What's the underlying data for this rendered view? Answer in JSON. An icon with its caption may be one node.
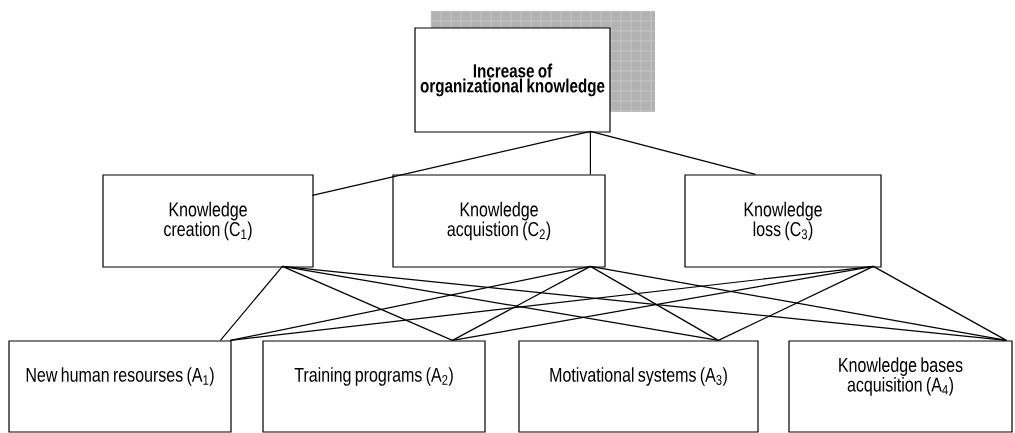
{
  "diagram": {
    "nodes": [
      {
        "text": [
          "Increase of organizational knowledge"
        ]
      },
      {
        "text": [
          "Knowledge creation (C$_{1}$)"
        ]
      },
      {
        "text": [
          "Knowledge acquistion (C$_{2}$)"
        ]
      },
      {
        "text": [
          "Knowledge loss (C$_{3}$)"
        ]
      },
      {
        "text": [
          "New human resourses (A$_{1}$)"
        ]
      },
      {
        "text": [
          "Training programs (A$_{2}$)"
        ]
      },
      {
        "text": [
          "Motivational systems (A$_{3}$)"
        ]
      },
      {
        "text": [
          "Knowledge bases acquisition (A$_{4}$)"
        ]
      }
    ],
    "edges": [
      {
        "from": 0,
        "to": 1,
        "arrow": "none"
      },
      {
        "from": 0,
        "to": 2,
        "arrow": "none"
      },
      {
        "from": 0,
        "to": 3,
        "arrow": "none"
      },
      {
        "from": 1,
        "to": 4,
        "arrow": "none"
      },
      {
        "from": 1,
        "to": 5,
        "arrow": "none"
      },
      {
        "from": 1,
        "to": 6,
        "arrow": "none"
      },
      {
        "from": 1,
        "to": 7,
        "arrow": "none"
      },
      {
        "from": 2,
        "to": 4,
        "arrow": "none"
      },
      {
        "from": 2,
        "to": 5,
        "arrow": "none"
      },
      {
        "from": 2,
        "to": 6,
        "arrow": "none"
      },
      {
        "from": 2,
        "to": 7,
        "arrow": "none"
      },
      {
        "from": 3,
        "to": 4,
        "arrow": "none"
      },
      {
        "from": 3,
        "to": 5,
        "arrow": "none"
      },
      {
        "from": 3,
        "to": 6,
        "arrow": "none"
      },
      {
        "from": 3,
        "to": 7,
        "arrow": "none"
      }
    ]
  }
}
